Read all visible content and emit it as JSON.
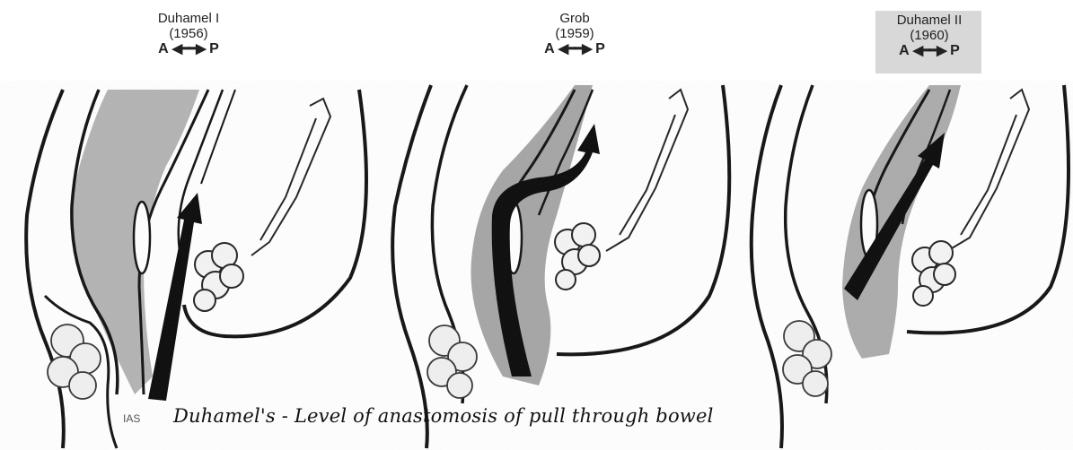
{
  "panels": [
    {
      "title": "Duhamel I",
      "year": "(1956)",
      "anterior": "A",
      "posterior": "P"
    },
    {
      "title": "Grob",
      "year": "(1959)",
      "anterior": "A",
      "posterior": "P"
    },
    {
      "title": "Duhamel II",
      "year": "(1960)",
      "anterior": "A",
      "posterior": "P"
    }
  ],
  "ias_label": "IAS",
  "caption": "Duhamel's - Level of anastomosis of pull through bowel",
  "colors": {
    "shading": "#8f8f8f",
    "line": "#111111",
    "arrow": "#0a0a0a",
    "background": "#ffffff"
  }
}
